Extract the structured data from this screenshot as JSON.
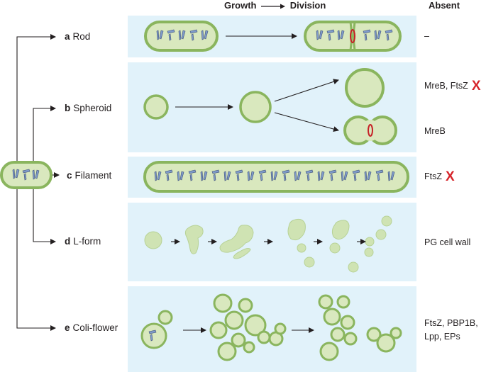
{
  "header": {
    "growth": "Growth",
    "division": "Division",
    "absent": "Absent"
  },
  "panels": {
    "a": {
      "letter": "a",
      "name": "Rod",
      "absent": "–"
    },
    "b": {
      "letter": "b",
      "name": "Spheroid",
      "absent_top": "MreB, FtsZ",
      "absent_bottom": "MreB",
      "x_mark": "X"
    },
    "c": {
      "letter": "c",
      "name": "Filament",
      "absent": "FtsZ",
      "x_mark": "X"
    },
    "d": {
      "letter": "d",
      "name": "L-form",
      "absent": "PG cell wall"
    },
    "e": {
      "letter": "e",
      "name": "Coli-flower",
      "absent_lines": [
        "FtsZ, PBP1B,",
        "Lpp, EPs"
      ]
    }
  },
  "colors": {
    "panel_background": "#e1f2fa",
    "cell_wall": "#8ab55e",
    "cytoplasm": "#d9e8be",
    "chromosome": "#7f9bc9",
    "divisome": "#c62026",
    "x_mark": "#d6242a"
  },
  "icons": [
    "rod-cell-icon",
    "spheroid-cell-icon",
    "filament-cell-icon",
    "l-form-blob-icon",
    "coli-flower-cell-icon",
    "red-x-icon"
  ]
}
